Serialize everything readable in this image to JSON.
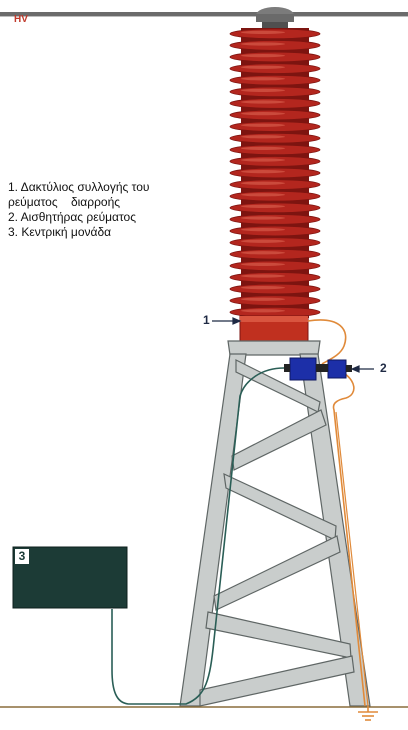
{
  "hv_label": "HV",
  "legend": {
    "items": [
      "1. Δακτύλιος συλλογής του ρεύματος    διαρροής",
      "2. Αισθητήρας ρεύματος",
      "3. Κεντρική μονάδα"
    ]
  },
  "callouts": {
    "ring": "1",
    "sensor": "2",
    "unit": "3"
  },
  "colors": {
    "insulator": "#b3261e",
    "insulator_dark": "#7d1410",
    "structure": "#c9cdcc",
    "structure_edge": "#5f6665",
    "wire": "#e08a3a",
    "sensor": "#1c2fa8",
    "central_unit": "#1c3b36",
    "ground_line": "#8a6d3b"
  }
}
